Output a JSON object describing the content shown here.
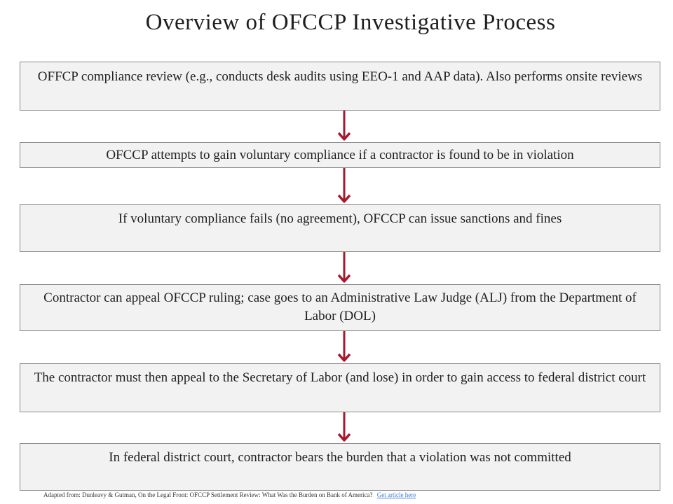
{
  "title": "Overview of  OFCCP Investigative Process",
  "steps": [
    {
      "text": " OFFCP compliance review (e.g., conducts desk audits using EEO-1 and AAP data).  Also performs onsite reviews"
    },
    {
      "text": "OFCCP attempts to gain voluntary compliance if  a contractor is found to be in violation"
    },
    {
      "text": "If  voluntary compliance fails (no agreement), OFCCP can issue sanctions and fines"
    },
    {
      "text": "Contractor can appeal OFCCP ruling; case goes to an Administrative Law Judge (ALJ) from the Department of  Labor (DOL)"
    },
    {
      "text": "The contractor must then appeal to the Secretary of  Labor (and lose) in order to gain access to federal district court"
    },
    {
      "text": "In federal district court, contractor bears the burden that a violation was not committed"
    }
  ],
  "footnote": {
    "text": "Adapted from: Dunleavy & Gutman, On the Legal Front:  OFCCP Settlement Review: What Was the Burden on Bank of America?",
    "link_text": "Get article here"
  },
  "colors": {
    "arrow": "#a6192e",
    "box_fill": "#f2f2f2",
    "box_border": "#8a8a8a"
  }
}
